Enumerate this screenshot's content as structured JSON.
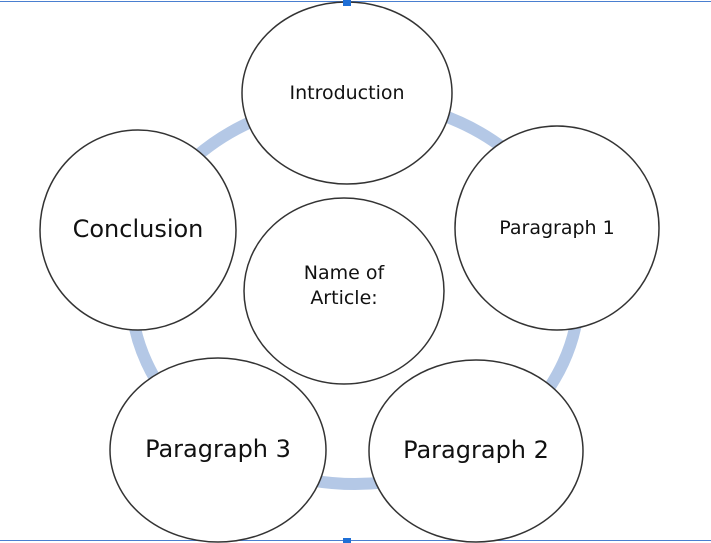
{
  "diagram": {
    "center": {
      "line1": "Name of",
      "line2": "Article:"
    },
    "nodes": [
      {
        "id": "introduction",
        "label": "Introduction"
      },
      {
        "id": "paragraph-1",
        "label": "Paragraph 1"
      },
      {
        "id": "paragraph-2",
        "label": "Paragraph 2"
      },
      {
        "id": "paragraph-3",
        "label": "Paragraph 3"
      },
      {
        "id": "conclusion",
        "label": "Conclusion"
      }
    ],
    "colors": {
      "ring": "#b4c8e6",
      "selection": "#1f6fd6",
      "outline": "#333333"
    }
  }
}
